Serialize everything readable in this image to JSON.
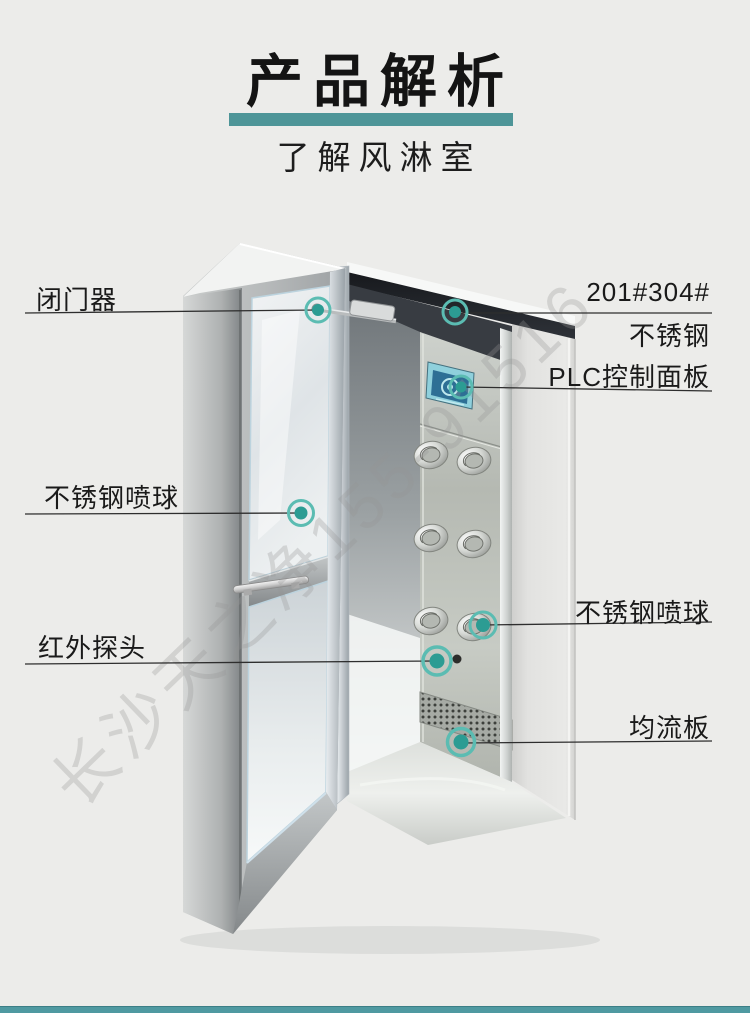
{
  "page": {
    "background": "#ECECEA",
    "accent_teal": "#4E9598",
    "bottom_bar_color": "#4F99A1",
    "marker_color": "#2C9C93"
  },
  "header": {
    "title": "产品解析",
    "subtitle": "了解风淋室"
  },
  "watermark": {
    "text": "长沙天之净155-91516"
  },
  "labels": {
    "door_closer": "闭门器",
    "steel_grade_line1": "201#304#",
    "steel_grade_line2": "不锈钢",
    "plc_panel": "PLC控制面板",
    "spray_ball_left": "不锈钢喷球",
    "spray_ball_right": "不锈钢喷球",
    "infrared_sensor": "红外探头",
    "flow_plate": "均流板"
  }
}
